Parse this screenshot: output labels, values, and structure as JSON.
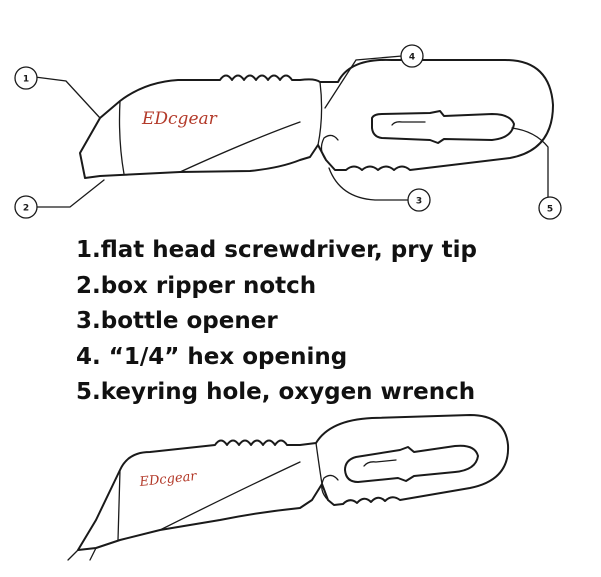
{
  "brand_top": "EDcgear",
  "brand_bottom": "EDcgear",
  "callouts": [
    "1",
    "2",
    "3",
    "4",
    "5"
  ],
  "legend": [
    "1.flat head screwdriver, pry tip",
    "2.box ripper notch",
    "3.bottle opener",
    "4.  “1/4”   hex opening",
    "5.keyring hole, oxygen wrench"
  ],
  "colors": {
    "line": "#1a1a1a",
    "brand": "#b33a2a",
    "background": "#ffffff"
  }
}
